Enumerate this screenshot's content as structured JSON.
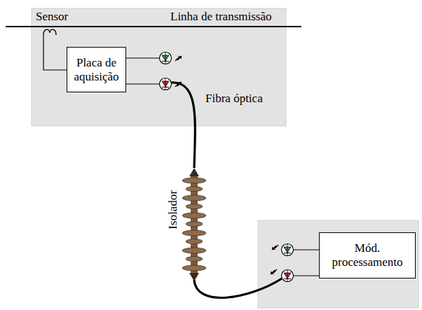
{
  "diagram": {
    "nodes": [
      {
        "text": [
          "Sensor"
        ]
      },
      {
        "text": [
          "Placa de aquisição"
        ],
        "in": 0
      },
      {
        "text": [
          "Mód. processamento"
        ]
      }
    ],
    "labels": [
      "Linha de transmissão",
      "Fibra óptica",
      "Isolador"
    ]
  }
}
